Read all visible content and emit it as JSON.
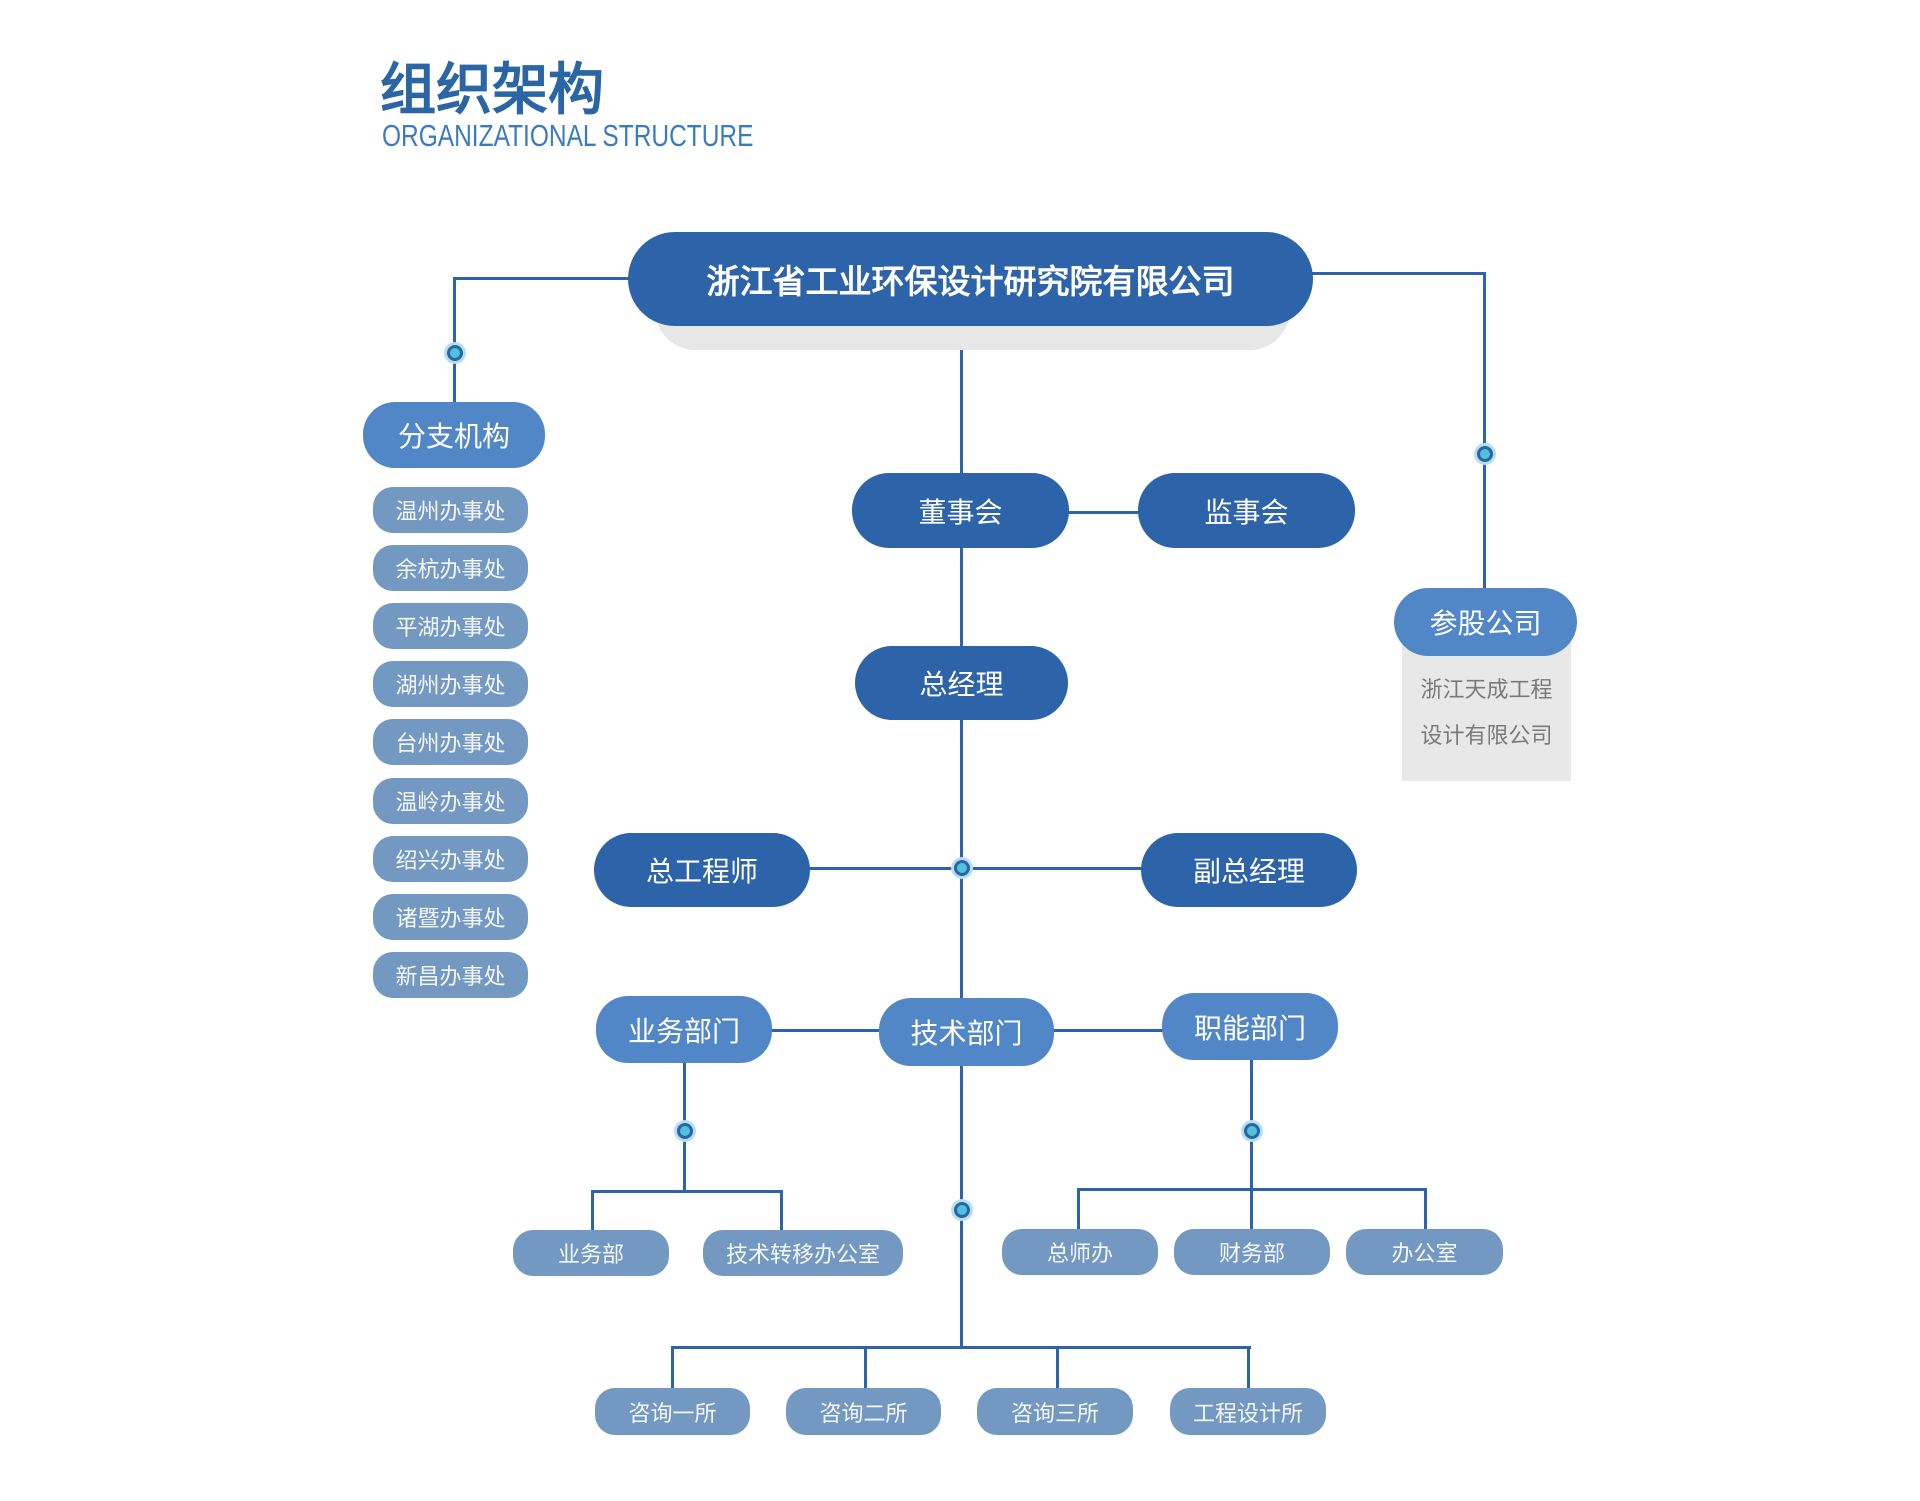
{
  "header": {
    "title": "组织架构",
    "subtitle": "ORGANIZATIONAL STRUCTURE"
  },
  "colors": {
    "primary_dark": "#2d63a8",
    "primary_mid": "#5187c6",
    "secondary_light": "#7399c2",
    "connector": "#2d63a8",
    "junction_fill": "#4fc3d9",
    "shadow_grey": "#e7e7e7",
    "title_blue": "#2a66a5",
    "subtitle_blue": "#3a7bc0"
  },
  "root": {
    "label": "浙江省工业环保设计研究院有限公司"
  },
  "branches": {
    "label": "分支机构",
    "offices": [
      "温州办事处",
      "余杭办事处",
      "平湖办事处",
      "湖州办事处",
      "台州办事处",
      "温岭办事处",
      "绍兴办事处",
      "诸暨办事处",
      "新昌办事处"
    ]
  },
  "holdings": {
    "label": "参股公司",
    "company_lines": [
      "浙江天成工程",
      "设计有限公司"
    ]
  },
  "governance": {
    "board": "董事会",
    "supervisors": "监事会",
    "general_manager": "总经理",
    "chief_engineer": "总工程师",
    "deputy_gm": "副总经理"
  },
  "departments": {
    "business": {
      "label": "业务部门",
      "units": [
        "业务部",
        "技术转移办公室"
      ]
    },
    "technical": {
      "label": "技术部门",
      "units": [
        "咨询一所",
        "咨询二所",
        "咨询三所",
        "工程设计所"
      ]
    },
    "functional": {
      "label": "职能部门",
      "units": [
        "总师办",
        "财务部",
        "办公室"
      ]
    }
  }
}
